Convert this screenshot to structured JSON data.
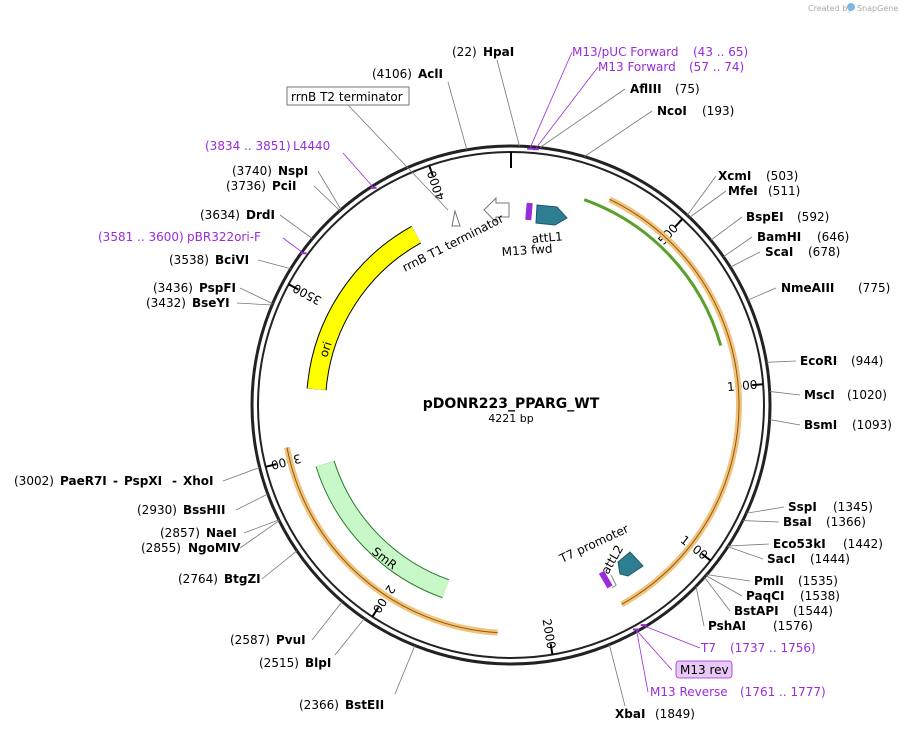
{
  "credit": {
    "prefix": "Created by",
    "brand": "SnapGene"
  },
  "plasmid": {
    "name": "pDONR223_PPARG_WT",
    "size": "4221 bp",
    "length": 4221
  },
  "ticks": [
    "500",
    "1000",
    "1500",
    "2000",
    "2500",
    "3000",
    "3500",
    "4000"
  ],
  "sites": [
    {
      "name": "HpaI",
      "pos": "(22)",
      "bp": 22
    },
    {
      "name": "AclI",
      "pos": "(4106)",
      "bp": 4106
    },
    {
      "name": "AflIII",
      "pos": "(75)",
      "bp": 75
    },
    {
      "name": "NcoI",
      "pos": "(193)",
      "bp": 193
    },
    {
      "name": "XcmI",
      "pos": "(503)",
      "bp": 503
    },
    {
      "name": "MfeI",
      "pos": "(511)",
      "bp": 511
    },
    {
      "name": "BspEI",
      "pos": "(592)",
      "bp": 592
    },
    {
      "name": "BamHI",
      "pos": "(646)",
      "bp": 646
    },
    {
      "name": "ScaI",
      "pos": "(678)",
      "bp": 678
    },
    {
      "name": "NmeAIII",
      "pos": "(775)",
      "bp": 775
    },
    {
      "name": "EcoRI",
      "pos": "(944)",
      "bp": 944
    },
    {
      "name": "MscI",
      "pos": "(1020)",
      "bp": 1020
    },
    {
      "name": "BsmI",
      "pos": "(1093)",
      "bp": 1093
    },
    {
      "name": "SspI",
      "pos": "(1345)",
      "bp": 1345
    },
    {
      "name": "BsaI",
      "pos": "(1366)",
      "bp": 1366
    },
    {
      "name": "Eco53kI",
      "pos": "(1442)",
      "bp": 1442
    },
    {
      "name": "SacI",
      "pos": "(1444)",
      "bp": 1444
    },
    {
      "name": "PmlI",
      "pos": "(1535)",
      "bp": 1535
    },
    {
      "name": "PaqCI",
      "pos": "(1538)",
      "bp": 1538
    },
    {
      "name": "BstAPI",
      "pos": "(1544)",
      "bp": 1544
    },
    {
      "name": "PshAI",
      "pos": "(1576)",
      "bp": 1576
    },
    {
      "name": "XbaI",
      "pos": "(1849)",
      "bp": 1849
    },
    {
      "name": "BstEII",
      "pos": "(2366)",
      "bp": 2366
    },
    {
      "name": "BlpI",
      "pos": "(2515)",
      "bp": 2515
    },
    {
      "name": "PvuI",
      "pos": "(2587)",
      "bp": 2587
    },
    {
      "name": "BtgZI",
      "pos": "(2764)",
      "bp": 2764
    },
    {
      "name": "NgoMIV",
      "pos": "(2855)",
      "bp": 2855
    },
    {
      "name": "NaeI",
      "pos": "(2857)",
      "bp": 2857
    },
    {
      "name": "BssHII",
      "pos": "(2930)",
      "bp": 2930
    },
    {
      "name": "PaeR7I",
      "pos": "(3002)",
      "bp": 3002
    },
    {
      "name": "PspXI",
      "pos": "",
      "bp": 3002
    },
    {
      "name": "XhoI",
      "pos": "",
      "bp": 3002
    },
    {
      "name": "BseYI",
      "pos": "(3432)",
      "bp": 3432
    },
    {
      "name": "PspFI",
      "pos": "(3436)",
      "bp": 3436
    },
    {
      "name": "BciVI",
      "pos": "(3538)",
      "bp": 3538
    },
    {
      "name": "DrdI",
      "pos": "(3634)",
      "bp": 3634
    },
    {
      "name": "PciI",
      "pos": "(3736)",
      "bp": 3736
    },
    {
      "name": "NspI",
      "pos": "(3740)",
      "bp": 3740
    }
  ],
  "primers": [
    {
      "name": "M13/pUC Forward",
      "range": "(43 .. 65)"
    },
    {
      "name": "M13 Forward",
      "range": "(57 .. 74)"
    },
    {
      "name": "L4440",
      "range": "(3834 .. 3851)"
    },
    {
      "name": "pBR322ori-F",
      "range": "(3581 .. 3600)"
    },
    {
      "name": "T7",
      "range": "(1737 .. 1756)"
    },
    {
      "name": "M13 rev",
      "range": ""
    },
    {
      "name": "M13 Reverse",
      "range": "(1761 .. 1777)"
    }
  ],
  "features": {
    "rrnB_T2": "rrnB T2 terminator",
    "rrnB_T1": "rrnB T1 terminator",
    "attL1": "attL1",
    "m13fwd": "M13 fwd",
    "t7prom": "T7 promoter",
    "attL2": "attL2",
    "ori": "ori",
    "SmR": "SmR"
  },
  "colors": {
    "primer": "#9a2bd9",
    "orf": "#f3c27a",
    "orf_edge": "#c98c2a",
    "green": "#5aa02c",
    "ori": "#ffff00",
    "smr": "#c8f7c8",
    "att": "#2d7e90"
  }
}
